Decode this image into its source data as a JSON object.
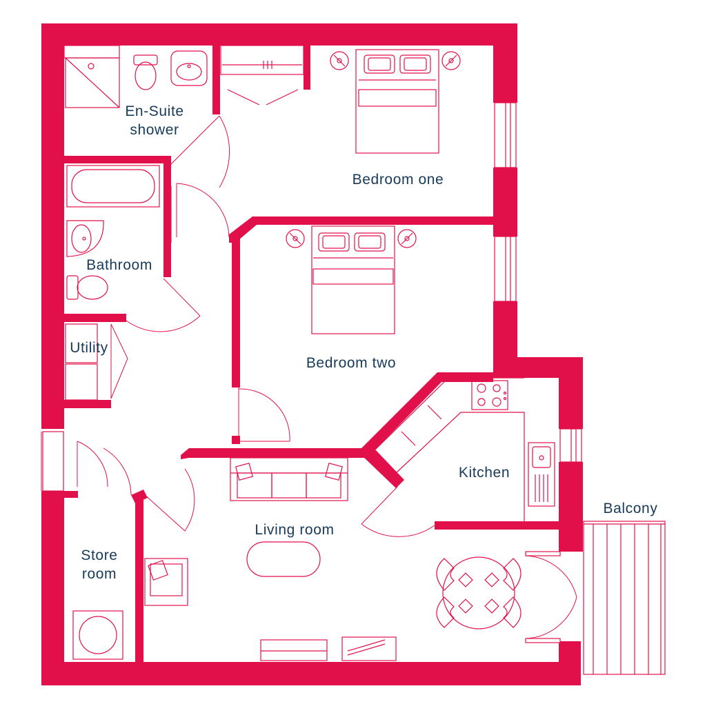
{
  "colors": {
    "wall": "#e2104a",
    "line": "#e2104a",
    "label": "#163a5a",
    "background": "#ffffff"
  },
  "rooms": {
    "ensuite": {
      "line1": "En-Suite",
      "line2": "shower"
    },
    "bedroom_one": "Bedroom one",
    "bedroom_two": "Bedroom two",
    "bathroom": "Bathroom",
    "utility": "Utility",
    "kitchen": "Kitchen",
    "living_room": "Living room",
    "store_room": {
      "line1": "Store",
      "line2": "room"
    },
    "balcony": "Balcony"
  },
  "icons": [
    "toilet-icon",
    "sink-icon",
    "shower-tray-icon",
    "bath-icon",
    "double-bed-icon",
    "lamp-icon",
    "wardrobe-icon",
    "hob-icon",
    "kitchen-sink-icon",
    "sofa-icon",
    "armchair-icon",
    "coffee-table-icon",
    "dining-table-icon",
    "dining-chair-icon",
    "washing-machine-icon",
    "tv-unit-icon",
    "door-swing-icon",
    "window-icon"
  ]
}
